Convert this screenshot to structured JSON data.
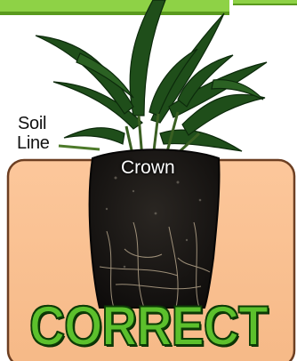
{
  "labels": {
    "soil_line_1": "Soil",
    "soil_line_2": "Line",
    "crown": "Crown",
    "verdict": "CORRECT"
  },
  "colors": {
    "soil": "#fbc79a",
    "soil_border": "#6d3f22",
    "banner_green": "#7fd036",
    "verdict_fill": "#5cc02c",
    "verdict_outline": "#0d3d06",
    "leaf": "#1d4d18",
    "root_ball": "#161412"
  },
  "icons": [
    "plant-illustration",
    "root-ball-illustration"
  ]
}
